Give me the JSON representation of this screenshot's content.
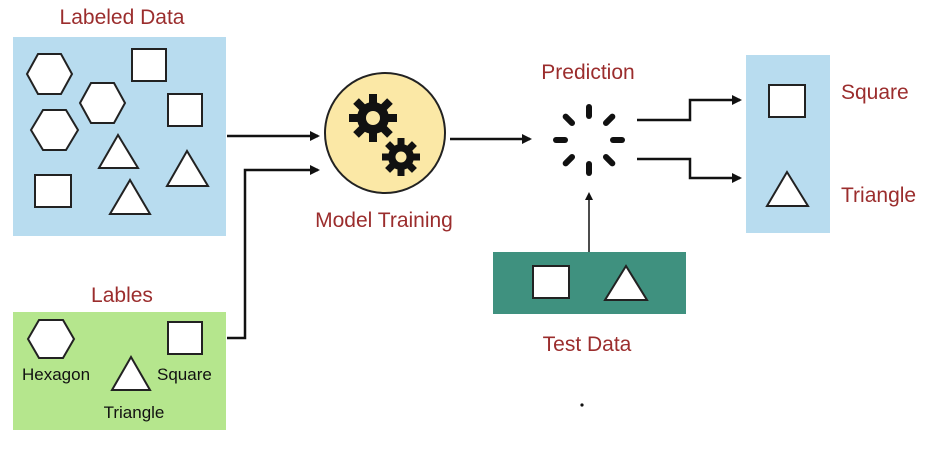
{
  "labeled_data": {
    "title": "Labeled Data",
    "panel_color": "#b8dcef"
  },
  "labels": {
    "title": "Lables",
    "panel_color": "#b5e68d",
    "hexagon": "Hexagon",
    "triangle": "Triangle",
    "square": "Square"
  },
  "model": {
    "title": "Model Training",
    "circle_color": "#fbe8a6"
  },
  "prediction": {
    "title": "Prediction"
  },
  "test_data": {
    "title": "Test Data",
    "panel_color": "#3f917f"
  },
  "output": {
    "panel_color": "#b8dcef",
    "square": "Square",
    "triangle": "Triangle"
  },
  "colors": {
    "title_text": "#9b2d2d"
  }
}
